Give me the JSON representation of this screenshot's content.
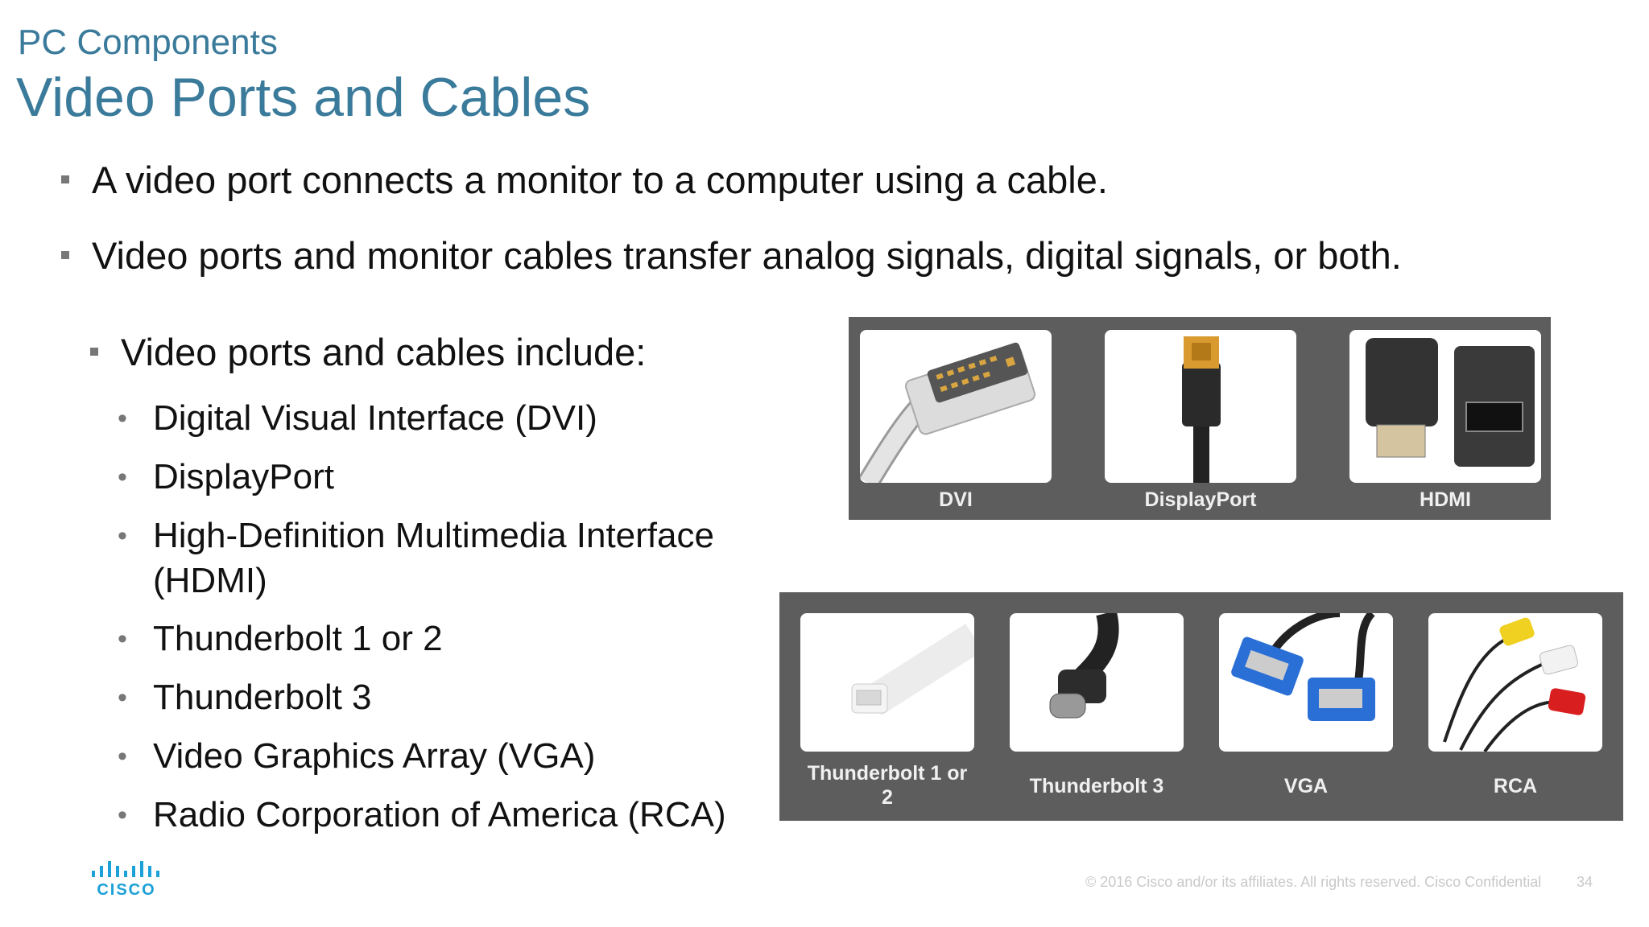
{
  "header": {
    "subtitle": "PC Components",
    "title": "Video Ports and Cables"
  },
  "bullets": [
    "A video port connects a monitor to a computer using a cable.",
    "Video ports and monitor cables transfer analog signals, digital signals, or both."
  ],
  "sub_bullet": "Video ports and cables include:",
  "items": [
    "Digital Visual Interface (DVI)",
    "DisplayPort",
    "High-Definition Multimedia Interface (HDMI)",
    "Thunderbolt 1 or 2",
    "Thunderbolt 3",
    "Video Graphics Array (VGA)",
    "Radio Corporation of America (RCA)"
  ],
  "panel_top": {
    "captions": [
      "DVI",
      "DisplayPort",
      "HDMI"
    ]
  },
  "panel_bottom": {
    "captions": [
      "Thunderbolt 1 or 2",
      "Thunderbolt 3",
      "VGA",
      "RCA"
    ]
  },
  "footer": {
    "copyright": "© 2016  Cisco and/or its affiliates. All rights reserved.   Cisco Confidential",
    "page_number": "34",
    "logo_text": "CISCO"
  },
  "colors": {
    "accent": "#3a7a9a",
    "panel": "#5d5d5d",
    "logo": "#1ba0d7"
  }
}
